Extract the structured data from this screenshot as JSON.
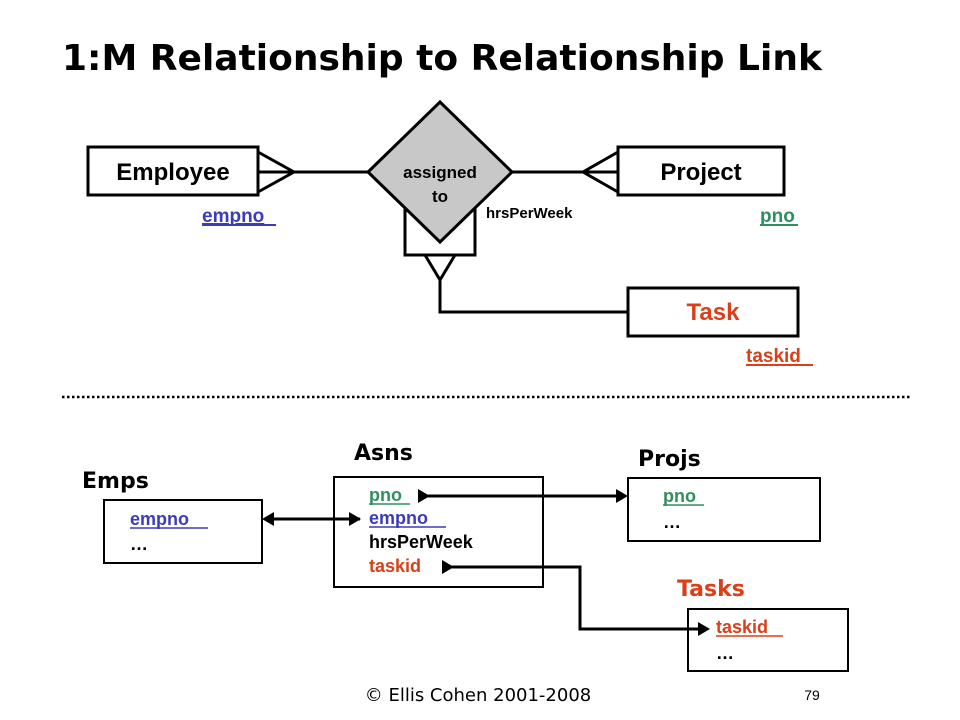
{
  "title": "1:M Relationship to Relationship Link",
  "er": {
    "employee": "Employee",
    "project": "Project",
    "relationship_line1": "assigned",
    "relationship_line2": "to",
    "task": "Task",
    "employee_key": "empno",
    "project_key": "pno",
    "relationship_attr": "hrsPerWeek",
    "task_key": "taskid"
  },
  "tables": {
    "emps": {
      "name": "Emps",
      "fields": [
        "empno",
        "…"
      ]
    },
    "asns": {
      "name": "Asns",
      "fields": [
        "pno",
        "empno",
        "hrsPerWeek",
        "taskid"
      ]
    },
    "projs": {
      "name": "Projs",
      "fields": [
        "pno",
        "…"
      ]
    },
    "tasks": {
      "name": "Tasks",
      "fields": [
        "taskid",
        "…"
      ]
    }
  },
  "footer": {
    "copyright": "© Ellis Cohen 2001-2008",
    "page_number": "79"
  },
  "colors": {
    "black": "#000000",
    "blue_key": "#3b3bbd",
    "green_key": "#2f8f5f",
    "orange_key": "#d9401a",
    "diamond_fill": "#c8c8c8"
  }
}
